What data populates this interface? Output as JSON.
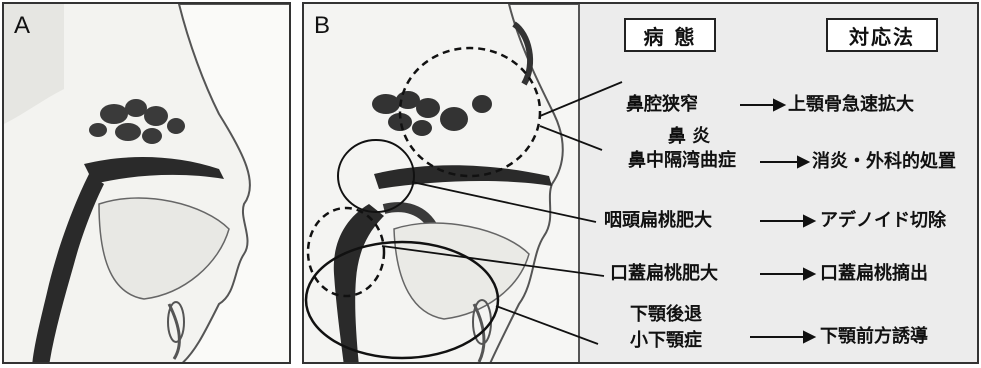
{
  "panel_a": {
    "letter": "A"
  },
  "panel_b": {
    "letter": "B",
    "header_pathology": "病 態",
    "header_treatment": "対応法",
    "rows": [
      {
        "pathology": "鼻腔狭窄",
        "treatment": "上顎骨急速拡大"
      },
      {
        "pathology_line1": "鼻 炎",
        "pathology_line2": "鼻中隔湾曲症",
        "treatment": "消炎・外科的処置"
      },
      {
        "pathology": "咽頭扁桃肥大",
        "treatment": "アデノイド切除"
      },
      {
        "pathology": "口蓋扁桃肥大",
        "treatment": "口蓋扁桃摘出"
      },
      {
        "pathology_line1": "下顎後退",
        "pathology_line2": "小下顎症",
        "treatment": "下顎前方誘導"
      }
    ]
  },
  "colors": {
    "frame": "#333333",
    "anatomy_dark": "#2a2a2a",
    "background": "#f4f4f2",
    "label_panel": "#ececec"
  }
}
